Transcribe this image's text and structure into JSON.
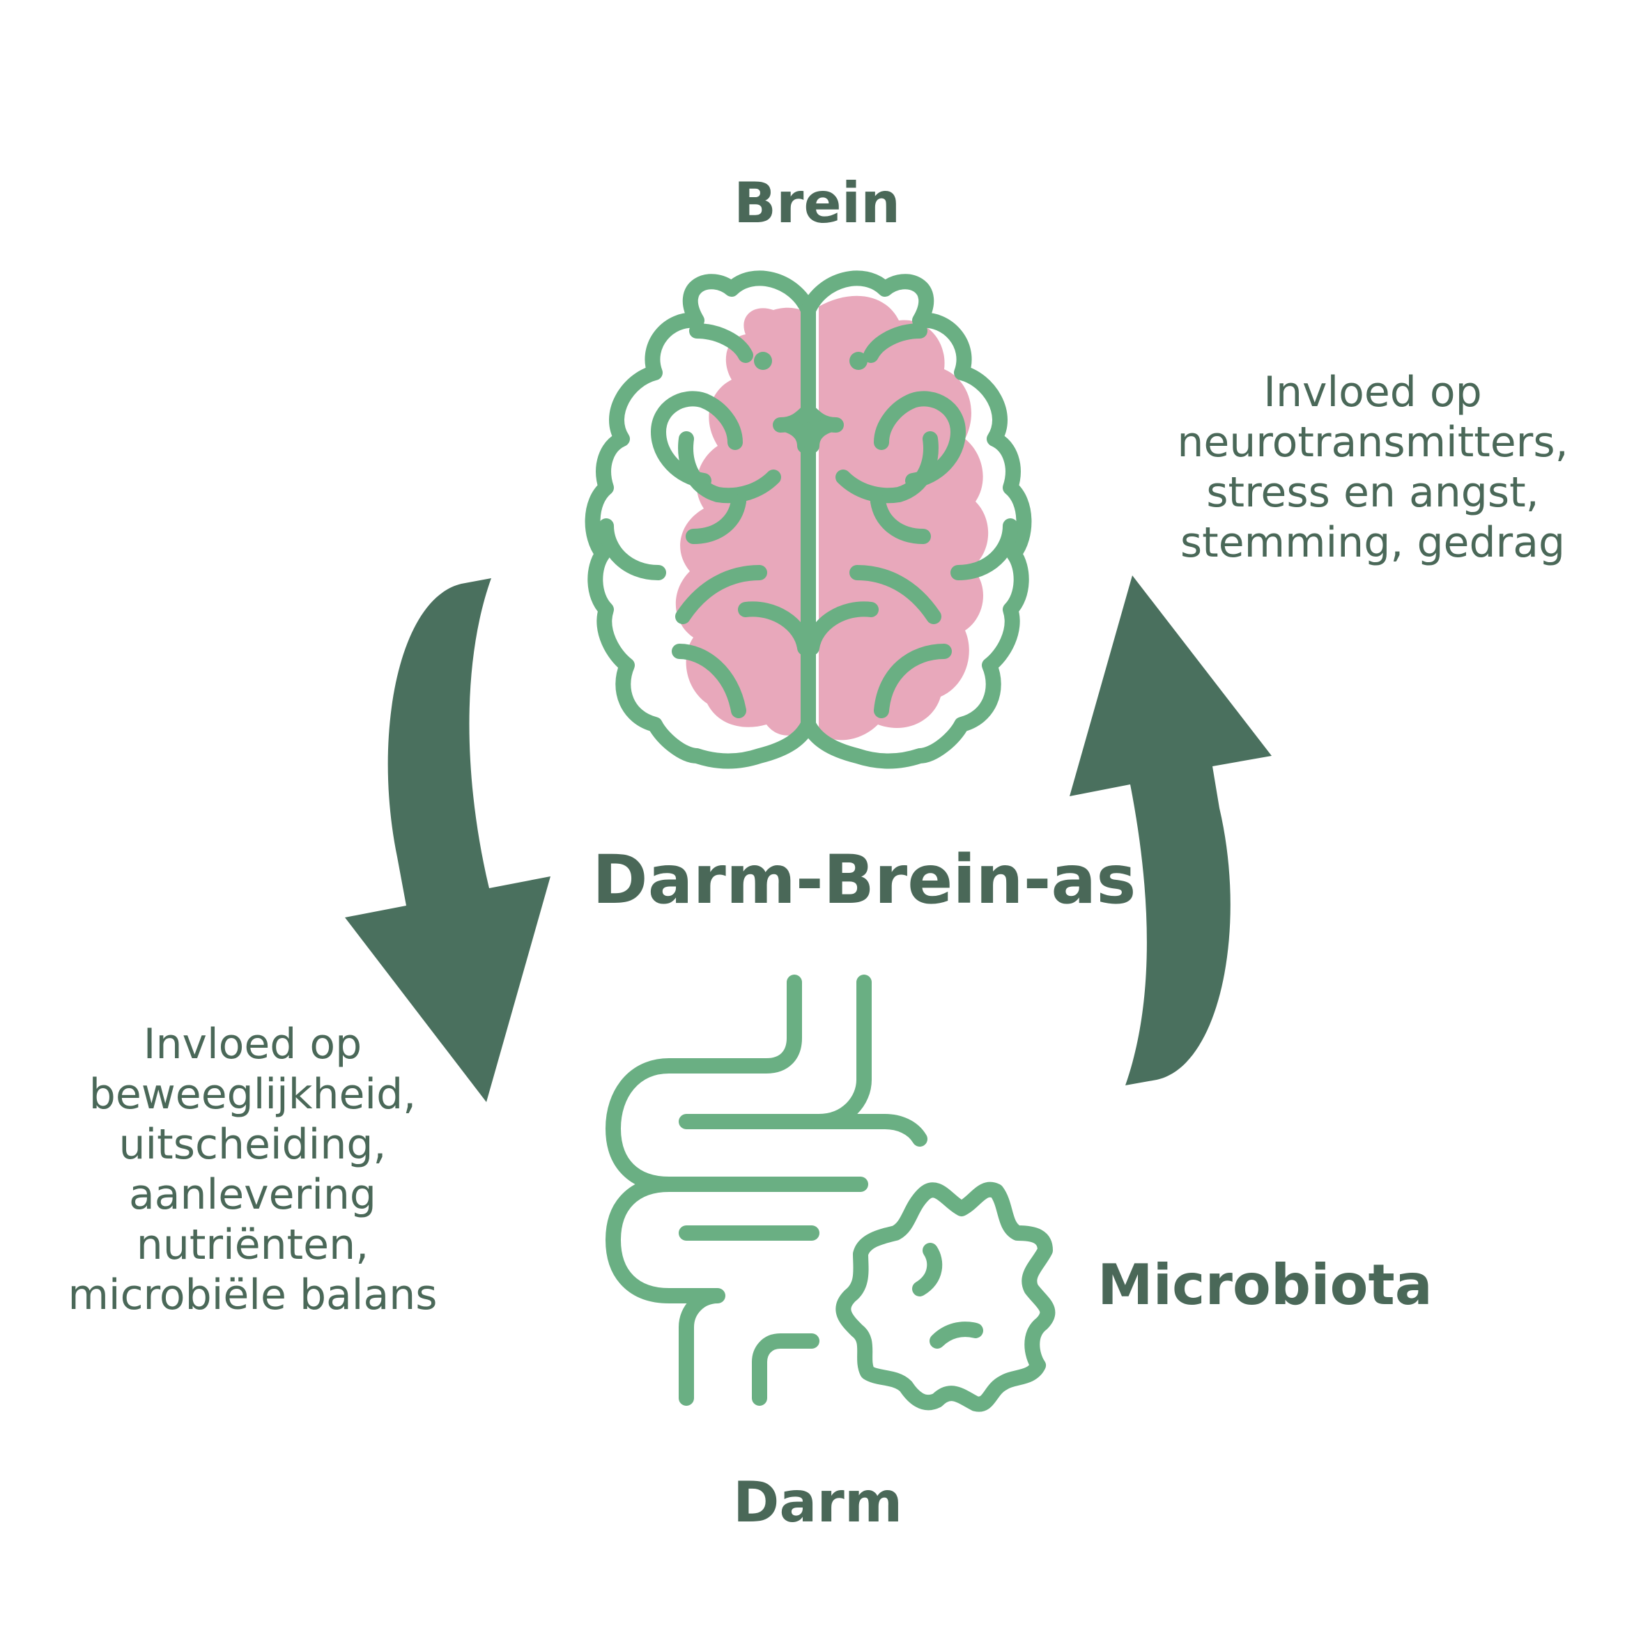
{
  "labels": {
    "brain": "Brein",
    "center": "Darm-Brein-as",
    "gut": "Darm",
    "microbiota": "Microbiota"
  },
  "right_text": {
    "lines": [
      "Invloed op",
      "neurotransmitters,",
      "stress en angst,",
      "stemming, gedrag"
    ]
  },
  "left_text": {
    "lines": [
      "Invloed op",
      "beweeglijkheid,",
      "uitscheiding,",
      "aanlevering",
      "nutriënten,",
      "microbiële balans"
    ]
  },
  "colors": {
    "text": "#4a6858",
    "arrow": "#4a705e",
    "icon_stroke": "#6aaf83",
    "brain_fill": "#e8a8bb"
  },
  "icons": {
    "brain": "brain-icon",
    "gut": "intestine-icon",
    "microbe": "bacteria-icon"
  }
}
